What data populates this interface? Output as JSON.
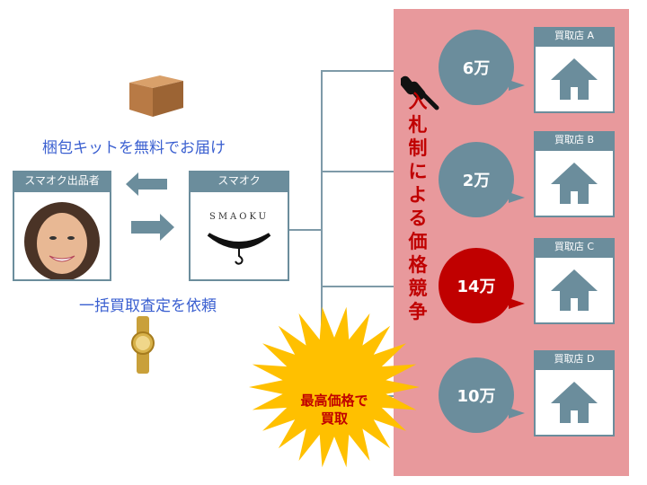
{
  "captions": {
    "kit": "梱包キットを無料でお届け",
    "request": "一括買取査定を依頼"
  },
  "seller": {
    "label": "スマオク出品者"
  },
  "smaoku": {
    "label": "スマオク",
    "logo": "SMAOKU"
  },
  "auction_text": "入札制による価格競争",
  "burst_text": [
    "最高価格で",
    "買取"
  ],
  "stores": [
    {
      "label": "買取店 A",
      "bid": "6万",
      "highlight": false
    },
    {
      "label": "買取店 B",
      "bid": "2万",
      "highlight": false
    },
    {
      "label": "買取店 C",
      "bid": "14万",
      "highlight": true
    },
    {
      "label": "買取店 D",
      "bid": "10万",
      "highlight": false
    }
  ],
  "colors": {
    "panel": "#e8999c",
    "accent": "#6b8d9c",
    "highlight": "#c00000",
    "caption": "#3a5fd0",
    "burst": "#ffc000"
  }
}
